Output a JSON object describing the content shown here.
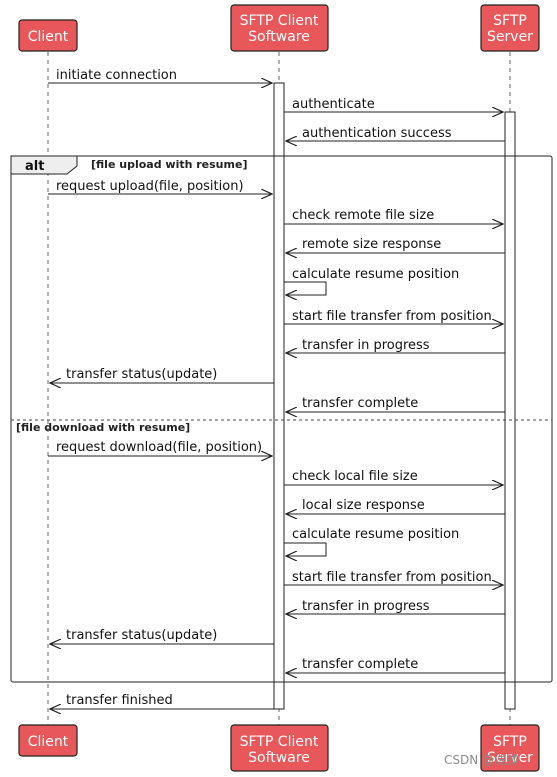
{
  "participants": [
    {
      "id": "client",
      "lines": [
        "Client"
      ]
    },
    {
      "id": "sftp_client",
      "lines": [
        "SFTP Client",
        "Software"
      ]
    },
    {
      "id": "sftp_server",
      "lines": [
        "SFTP",
        "Server"
      ]
    }
  ],
  "colors": {
    "participant_fill": "#e8575a",
    "participant_stroke": "#222222",
    "line": "#222222"
  },
  "fragment": {
    "operator": "alt",
    "guards": [
      "[file upload with resume]",
      "[file download with resume]"
    ]
  },
  "messages": [
    {
      "label": "initiate connection"
    },
    {
      "label": "authenticate"
    },
    {
      "label": "authentication success"
    },
    {
      "label": "request upload(file, position)"
    },
    {
      "label": "check remote file size"
    },
    {
      "label": "remote size response"
    },
    {
      "label": "calculate resume position"
    },
    {
      "label": "start file transfer from position"
    },
    {
      "label": "transfer in progress"
    },
    {
      "label": "transfer status(update)"
    },
    {
      "label": "transfer complete"
    },
    {
      "label": "request download(file, position)"
    },
    {
      "label": "check local file size"
    },
    {
      "label": "local size response"
    },
    {
      "label": "calculate resume position"
    },
    {
      "label": "start file transfer from position"
    },
    {
      "label": "transfer in progress"
    },
    {
      "label": "transfer status(update)"
    },
    {
      "label": "transfer complete"
    },
    {
      "label": "transfer finished"
    }
  ],
  "watermark": "CSDN @洗脚"
}
